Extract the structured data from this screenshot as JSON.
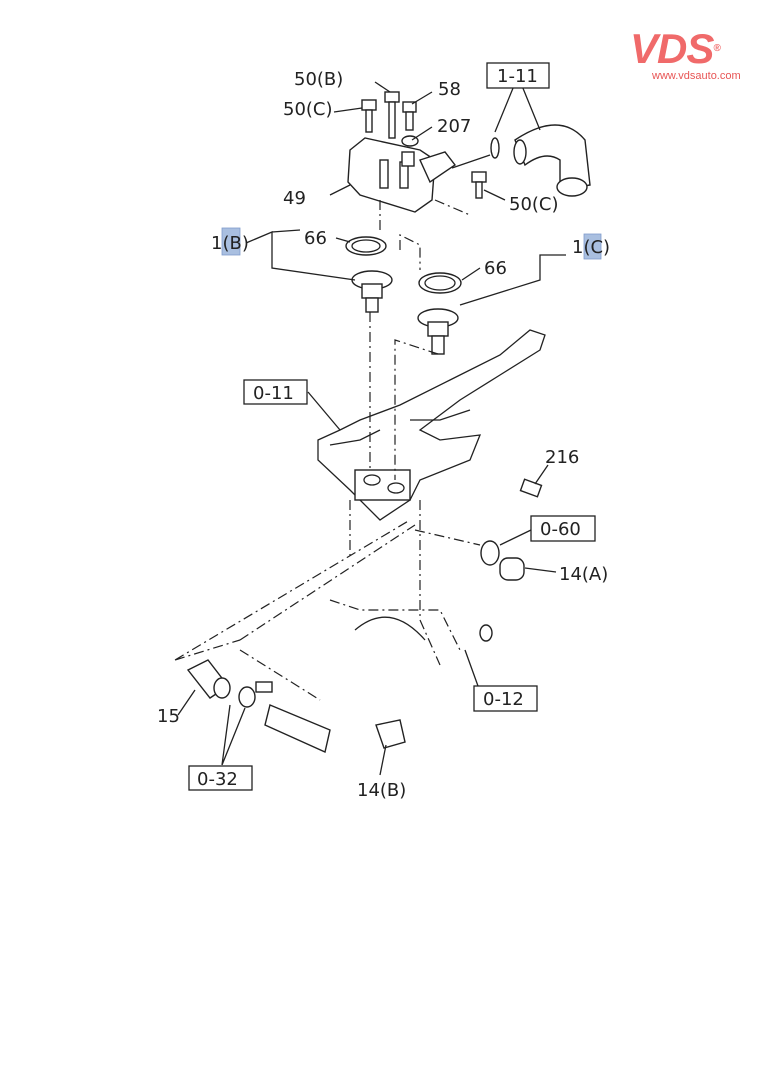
{
  "logo": {
    "brand": "VDS",
    "registered": "®",
    "url": "www.vdsauto.com",
    "color": "#f06a6a"
  },
  "labels": {
    "bolt_50b": "50(B)",
    "bolt_58": "58",
    "bolt_50c_top": "50(C)",
    "washer_207": "207",
    "ref_1_11": "1-11",
    "housing_49": "49",
    "bolt_50c_right": "50(C)",
    "thermostat_1b": "1(B)",
    "gasket_66_left": "66",
    "gasket_66_right": "66",
    "thermostat_1c": "1(C)",
    "ref_0_11": "0-11",
    "plug_216": "216",
    "ref_0_60": "0-60",
    "plug_14a": "14(A)",
    "fitting_15": "15",
    "ref_0_12": "0-12",
    "ref_0_32": "0-32",
    "plug_14b": "14(B)"
  },
  "highlight_color": "#a9bfe0"
}
